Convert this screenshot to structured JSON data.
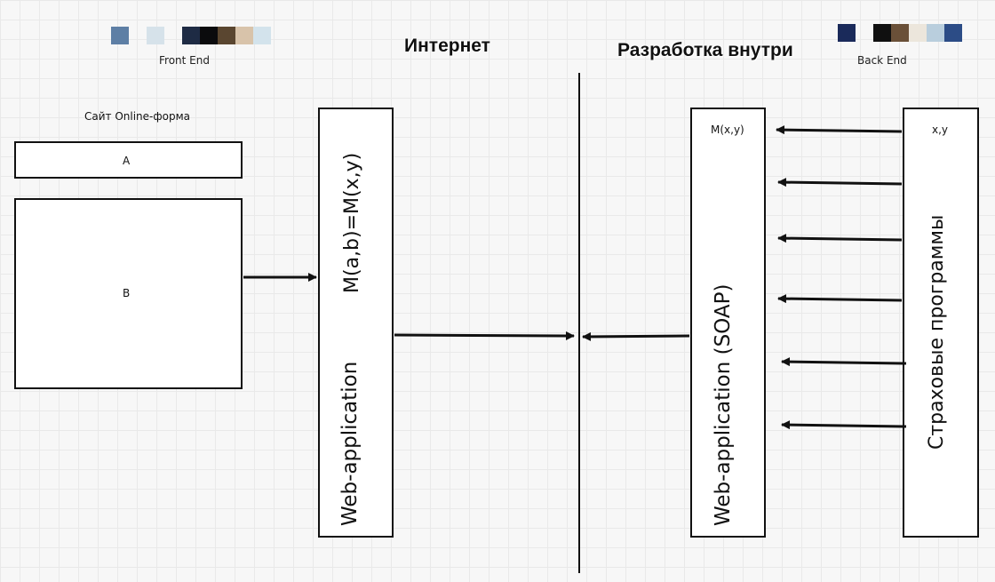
{
  "frontend": {
    "label": "Front End",
    "palette": [
      "#5e7fa5",
      "#d6e2ea",
      "#1e2b44",
      "#0b0b0d",
      "#5a4630",
      "#d8c3aa",
      "#d3e3ec"
    ],
    "site_caption": "Сайт Online-форма",
    "field_a": "A",
    "field_b": "B",
    "webapp_title": "Web-application",
    "webapp_formula": "M(a,b)=M(x,y)"
  },
  "headings": {
    "internet": "Интернет",
    "internal": "Разработка внутри"
  },
  "backend": {
    "label": "Back End",
    "palette": [
      "#1a2a5a",
      "#101010",
      "#6a5038",
      "#ece6dc",
      "#b9cedd",
      "#2c4c86"
    ],
    "soap_title": "Web-application (SOAP)",
    "soap_param": "M(x,y)",
    "insurance_title": "Страховые программы",
    "insurance_param": "x,y"
  }
}
